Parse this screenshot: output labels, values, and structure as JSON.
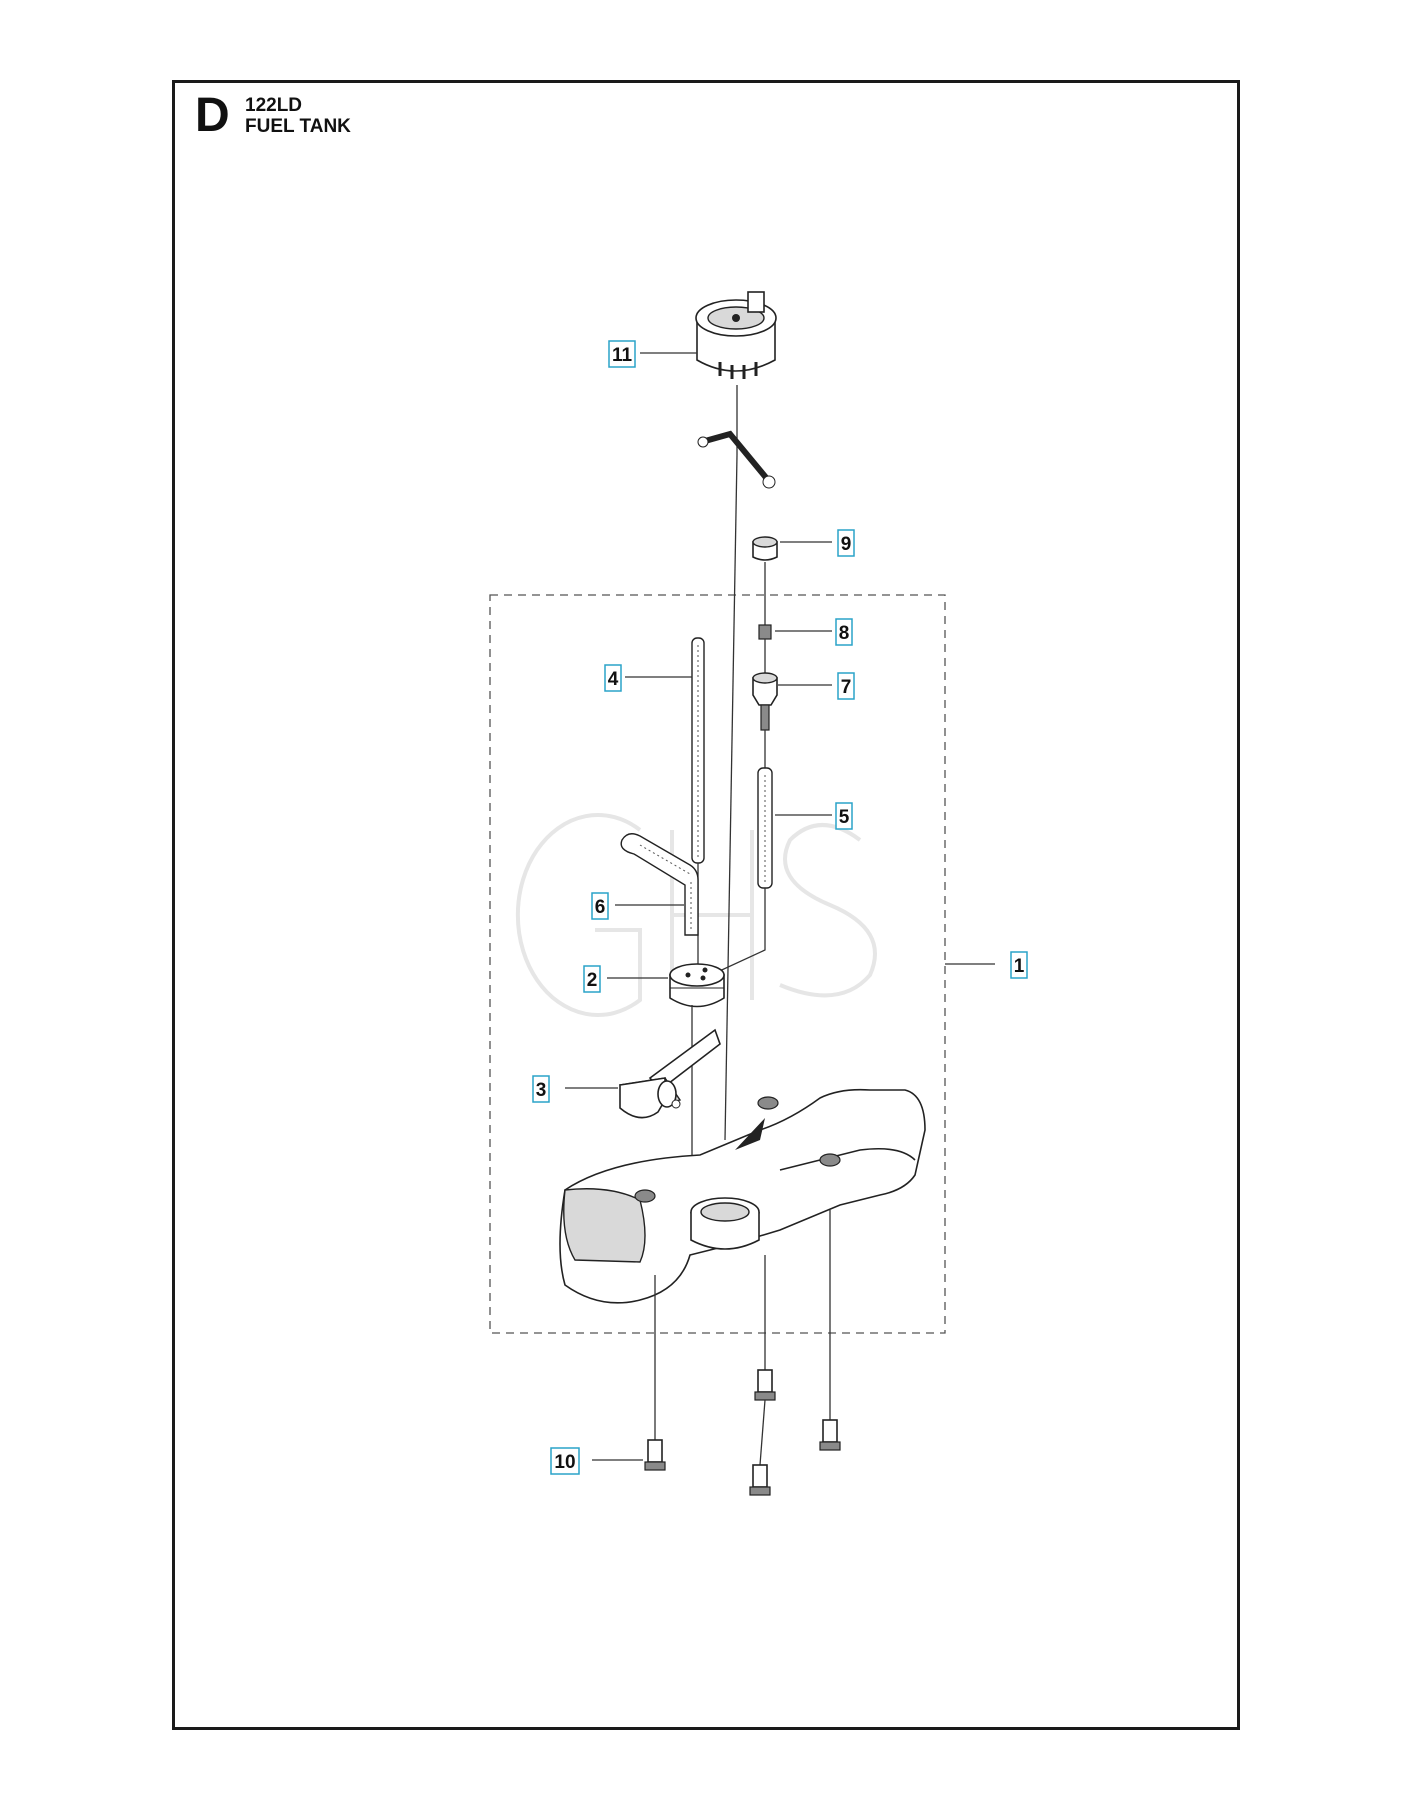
{
  "header": {
    "section_letter": "D",
    "model": "122LD",
    "title": "FUEL TANK"
  },
  "callouts": [
    {
      "id": "callout-1",
      "label": "1",
      "part": "fuel-tank-assembly"
    },
    {
      "id": "callout-2",
      "label": "2",
      "part": "grommet"
    },
    {
      "id": "callout-3",
      "label": "3",
      "part": "fuel-filter"
    },
    {
      "id": "callout-4",
      "label": "4",
      "part": "fuel-hose"
    },
    {
      "id": "callout-5",
      "label": "5",
      "part": "fuel-hose-short"
    },
    {
      "id": "callout-6",
      "label": "6",
      "part": "return-hose"
    },
    {
      "id": "callout-7",
      "label": "7",
      "part": "tank-vent"
    },
    {
      "id": "callout-8",
      "label": "8",
      "part": "vent-valve"
    },
    {
      "id": "callout-9",
      "label": "9",
      "part": "vent-cap"
    },
    {
      "id": "callout-10",
      "label": "10",
      "part": "screw"
    },
    {
      "id": "callout-11",
      "label": "11",
      "part": "fuel-cap"
    }
  ],
  "icons": {
    "watermark": "ghs-logo-watermark"
  }
}
